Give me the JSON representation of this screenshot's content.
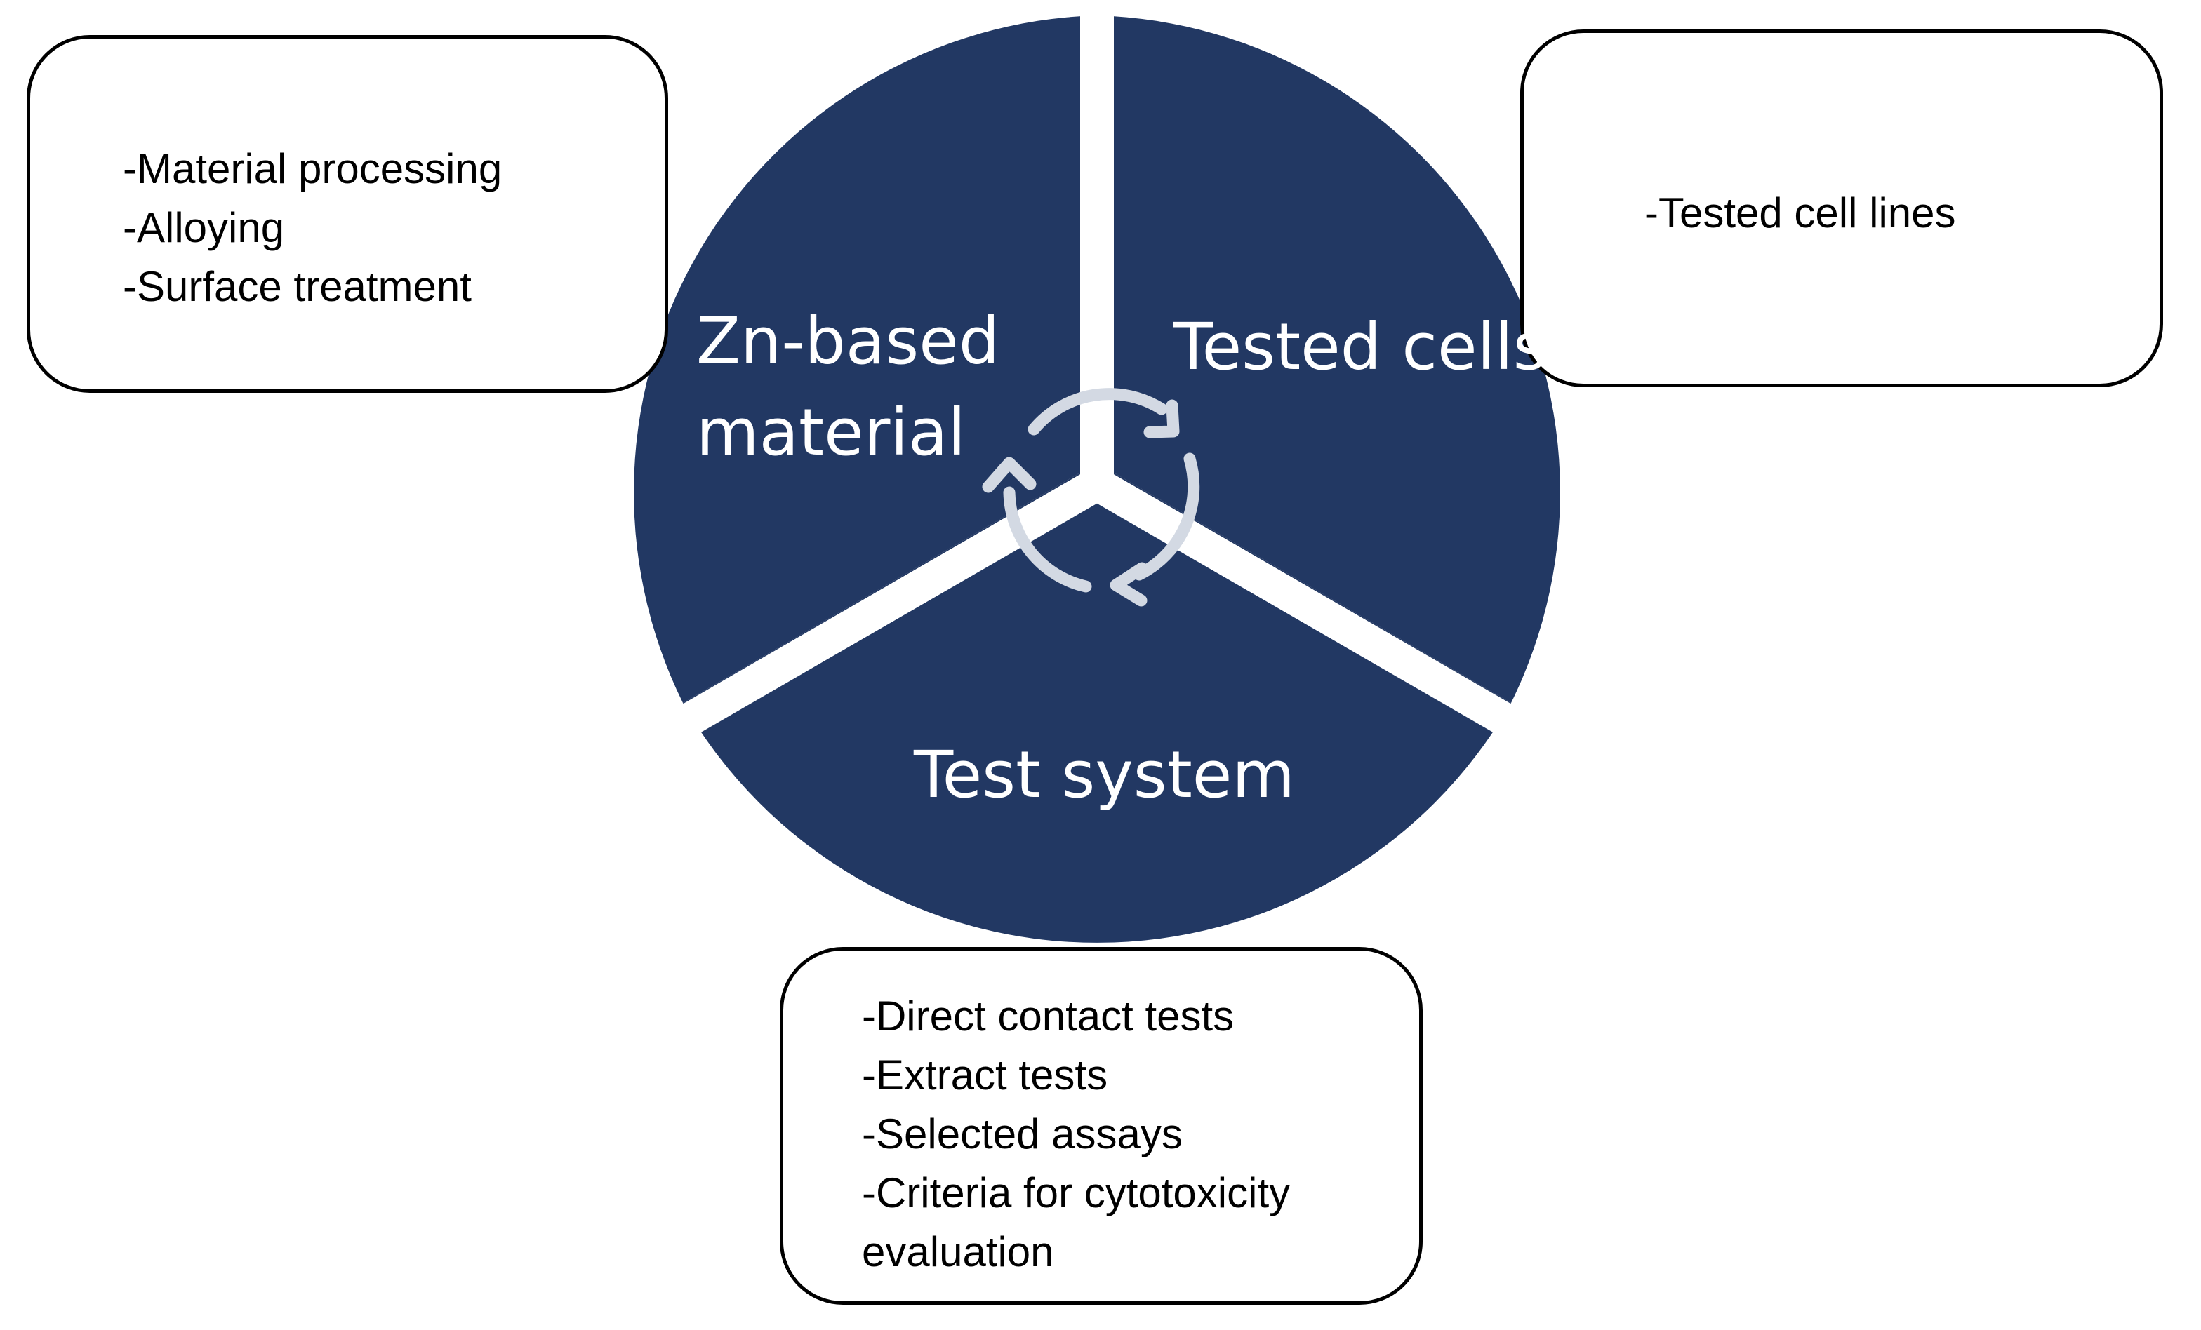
{
  "colors": {
    "segment_fill": "#223863",
    "cycle_icon": "#d3d9e3",
    "box_border": "#000000",
    "text_dark": "#000000",
    "text_light": "#ffffff"
  },
  "segments": {
    "material": {
      "label_line1": "Zn-based",
      "label_line2": "material"
    },
    "cells": {
      "label": "Tested cells"
    },
    "system": {
      "label": "Test system"
    }
  },
  "center_icon": "cycle-arrows-icon",
  "boxes": {
    "material": {
      "lines": [
        "-Material processing",
        "-Alloying",
        "-Surface treatment"
      ]
    },
    "cells": {
      "lines": [
        "-Tested cell lines"
      ]
    },
    "system": {
      "lines": [
        "-Direct contact tests",
        "-Extract tests",
        "-Selected assays",
        "-Criteria for cytotoxicity",
        "evaluation"
      ]
    }
  }
}
